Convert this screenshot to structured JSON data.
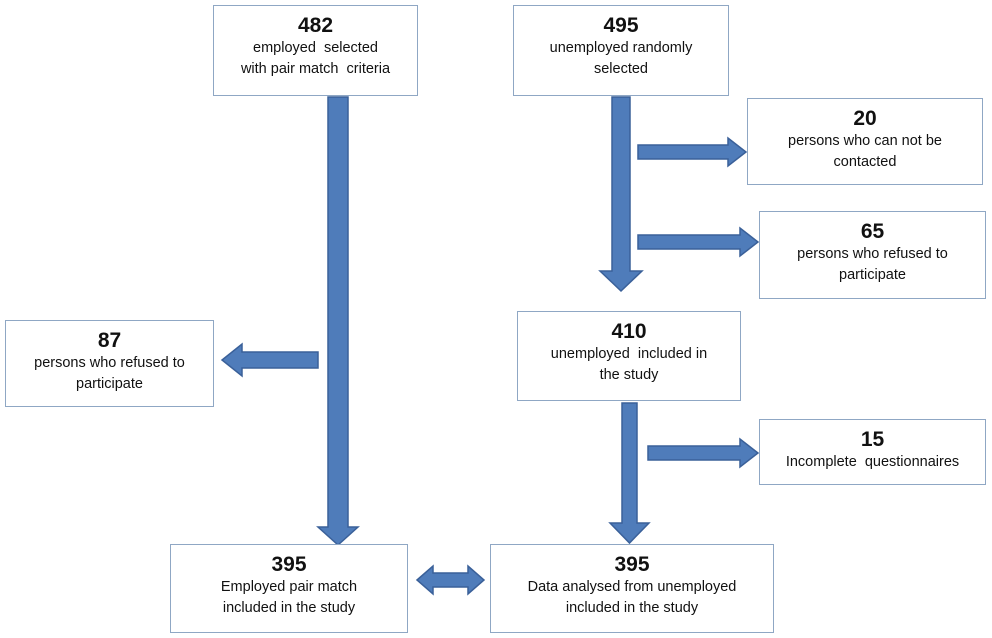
{
  "boxes": {
    "employed_selected": {
      "number": "482",
      "lines": [
        "employed  selected",
        "with pair match  criteria"
      ]
    },
    "unemployed_selected": {
      "number": "495",
      "lines": [
        "unemployed randomly",
        "selected"
      ]
    },
    "not_contacted": {
      "number": "20",
      "lines": [
        "persons who can not be",
        "contacted"
      ]
    },
    "unemployed_refused": {
      "number": "65",
      "lines": [
        "persons who refused to",
        "participate"
      ]
    },
    "employed_refused": {
      "number": "87",
      "lines": [
        "persons who refused to",
        "participate"
      ]
    },
    "unemployed_included": {
      "number": "410",
      "lines": [
        "unemployed  included in",
        "the study"
      ]
    },
    "incomplete": {
      "number": "15",
      "lines": [
        "Incomplete  questionnaires"
      ]
    },
    "employed_final": {
      "number": "395",
      "lines": [
        "Employed pair match",
        "included in the study"
      ]
    },
    "unemployed_final": {
      "number": "395",
      "lines": [
        "Data analysed from unemployed",
        "included in the study"
      ]
    }
  },
  "colors": {
    "arrow_fill": "#4f7cba",
    "arrow_stroke": "#3a6099",
    "box_border": "#8fa7c4"
  }
}
